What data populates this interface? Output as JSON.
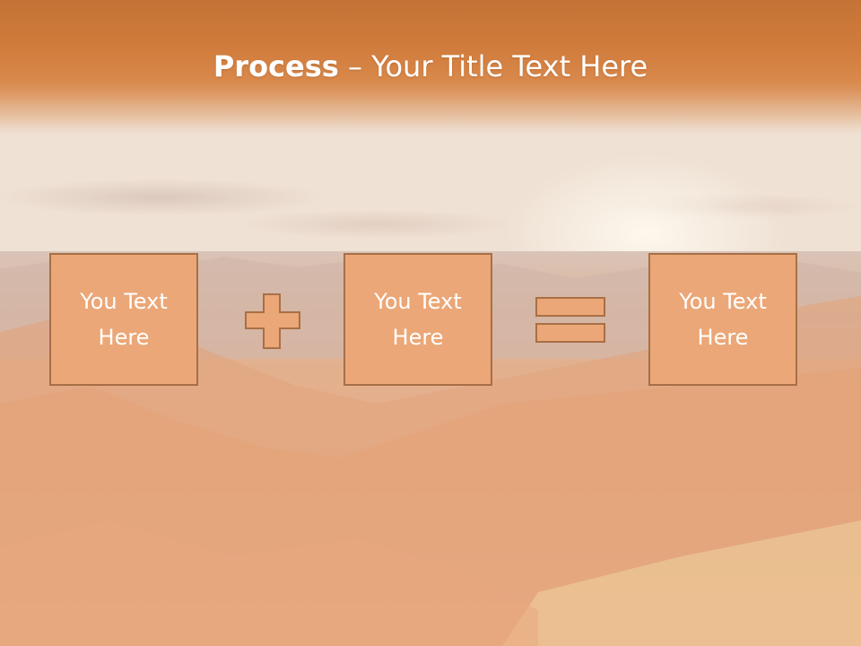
{
  "slide": {
    "title_bold": "Process",
    "title_rest": " – Your Title Text Here",
    "boxes": [
      {
        "text": "You Text\nHere"
      },
      {
        "text": "You Text\nHere"
      },
      {
        "text": "You Text\nHere"
      }
    ],
    "operators": [
      "plus-icon",
      "equals-icon"
    ],
    "colors": {
      "box_fill": "#eba777",
      "box_border": "#a86f46",
      "title_band": "#d6803e",
      "text": "#ffffff"
    }
  }
}
